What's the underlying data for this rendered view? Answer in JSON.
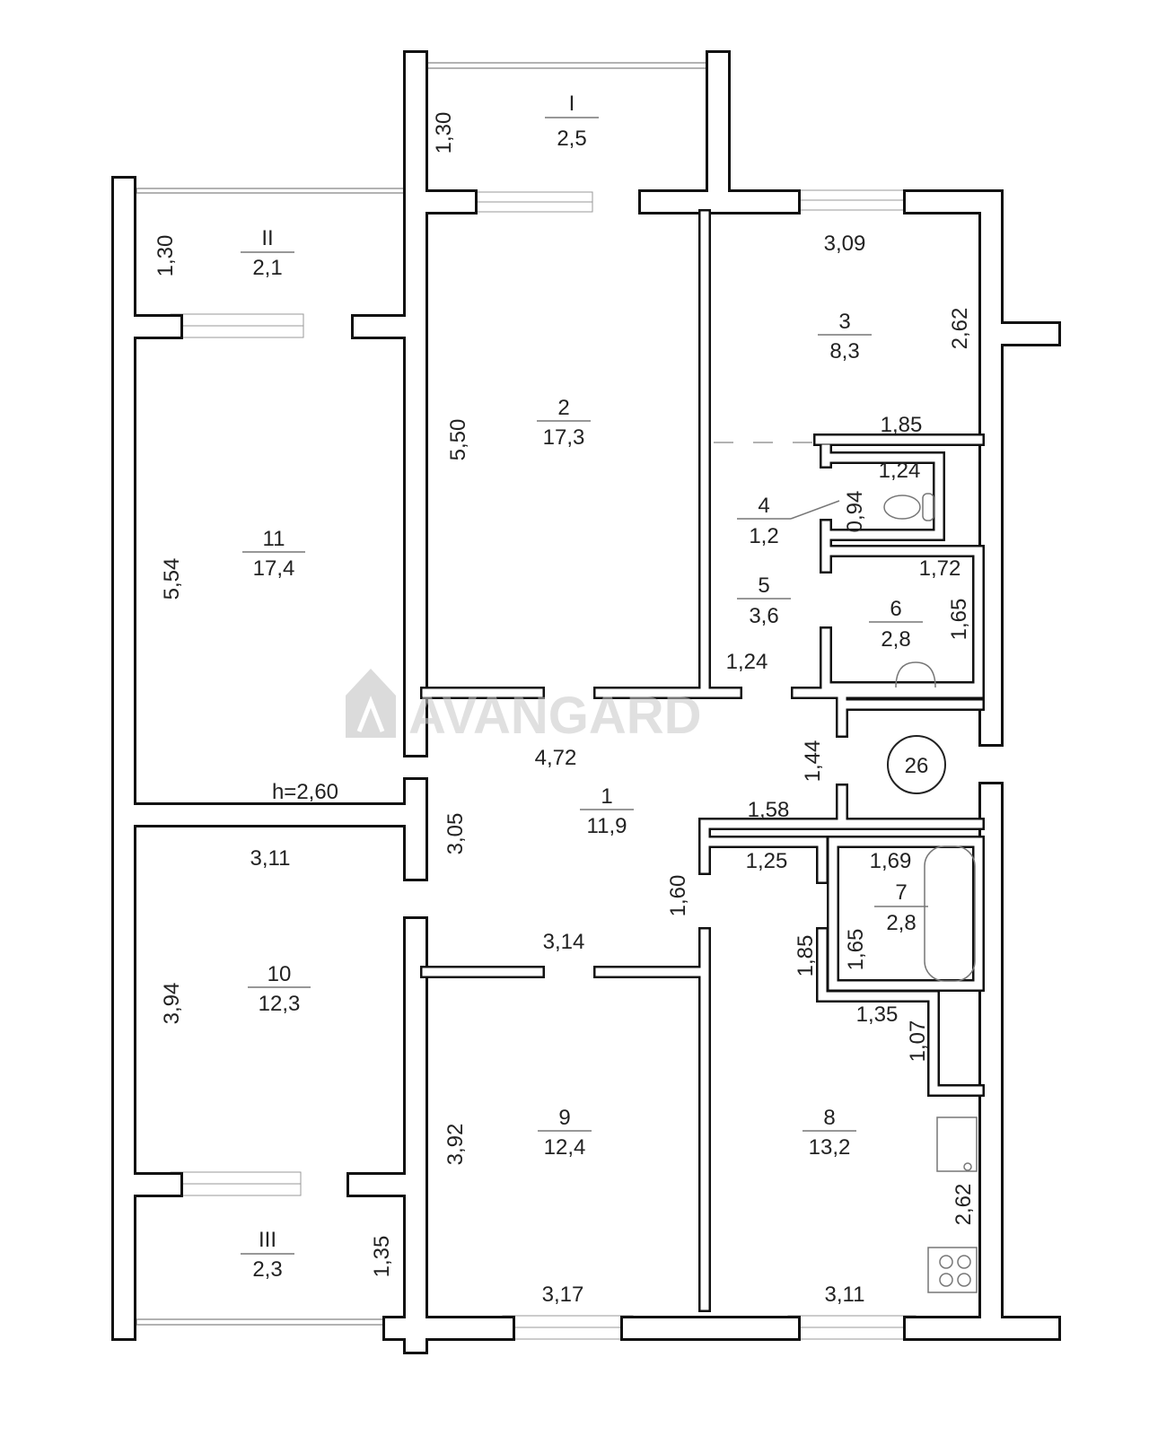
{
  "rooms": [
    {
      "number": "1",
      "area": "11,9"
    },
    {
      "number": "2",
      "area": "17,3"
    },
    {
      "number": "3",
      "area": "8,3"
    },
    {
      "number": "4",
      "area": "1,2"
    },
    {
      "number": "5",
      "area": "3,6"
    },
    {
      "number": "6",
      "area": "2,8"
    },
    {
      "number": "7",
      "area": "2,8"
    },
    {
      "number": "8",
      "area": "13,2"
    },
    {
      "number": "9",
      "area": "12,4"
    },
    {
      "number": "10",
      "area": "12,3"
    },
    {
      "number": "11",
      "area": "17,4"
    }
  ],
  "balconies": [
    {
      "number": "I",
      "area": "2,5",
      "depth": "1,30"
    },
    {
      "number": "II",
      "area": "2,1",
      "depth": "1,30"
    },
    {
      "number": "III",
      "area": "2,3",
      "depth": "1,35"
    }
  ],
  "dimensions": {
    "r2_len": "5,50",
    "r3_w": "3,09",
    "r3_len": "2,62",
    "r3_bottom": "1,85",
    "wc_w": "1,24",
    "wc_len": "0,94",
    "r6_w": "1,72",
    "r6_len": "1,65",
    "r5_w": "1,24",
    "hall_w": "4,72",
    "r26_len": "1,44",
    "r11_len": "5,54",
    "r1_left": "3,05",
    "r1_step": "1,58",
    "r8_top": "1,25",
    "r1_right": "1,60",
    "r7_w": "1,69",
    "r7_len_l": "1,85",
    "r7_len": "1,65",
    "r8_step": "1,35",
    "r8_step_len": "1,07",
    "r8_len": "2,62",
    "r8_w": "3,11",
    "r10_w": "3,11",
    "r10_len": "3,94",
    "r1_bottom": "3,14",
    "r9_len": "3,92",
    "r9_w": "3,17"
  },
  "ceiling_height": "h=2,60",
  "shaft_label": "26",
  "watermark": "AVANGARD"
}
